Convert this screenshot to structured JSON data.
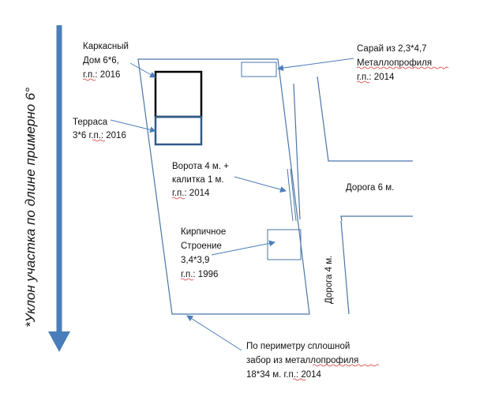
{
  "slope_note": "*Уклон участка по длине примерно 6°",
  "labels": {
    "frame_house": [
      "Каркасный",
      "Дом 6*6,",
      "г.п.: 2016"
    ],
    "terrace": [
      "Терраса",
      "3*6  г.п.: 2016"
    ],
    "shed": [
      "Сарай из 2,3*4,7",
      "Металлопрофиля",
      "г.п.: 2014"
    ],
    "gate": [
      "Ворота 4 м. +",
      "калитка 1 м.",
      "г.п.: 2014"
    ],
    "road_6": "Дорога 6 м.",
    "brick_building": [
      "Кирпичное",
      "Строение",
      "3,4*3,9",
      "г.п.: 1996"
    ],
    "road_4": "Дорога 4 м.",
    "fence": [
      "По периметру сплошной",
      "забор из металлопрофиля",
      "18*34  м. г.п.: 2014"
    ]
  },
  "colors": {
    "outline": "#4a76a8",
    "arrow": "#4a7ebb",
    "house_border": "#000000",
    "terrace_border": "#2f5a8a",
    "spell_underline": "#d33333"
  }
}
